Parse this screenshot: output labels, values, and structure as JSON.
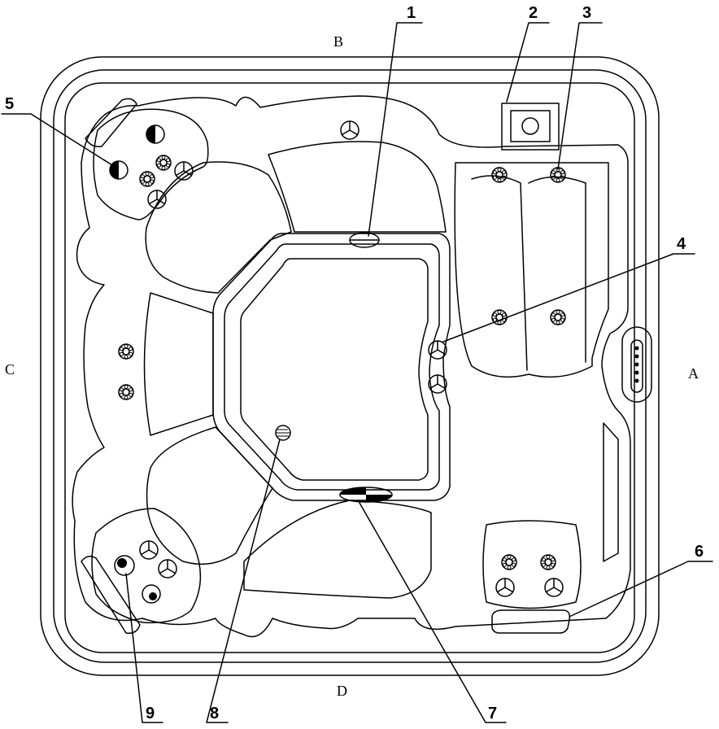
{
  "side_labels": {
    "top": "B",
    "right": "A",
    "bottom": "D",
    "left": "C"
  },
  "callouts": {
    "c1": "1",
    "c2": "2",
    "c3": "3",
    "c4": "4",
    "c5": "5",
    "c6": "6",
    "c7": "7",
    "c8": "8",
    "c9": "9"
  },
  "colors": {
    "line": "#000000",
    "background": "#ffffff"
  }
}
